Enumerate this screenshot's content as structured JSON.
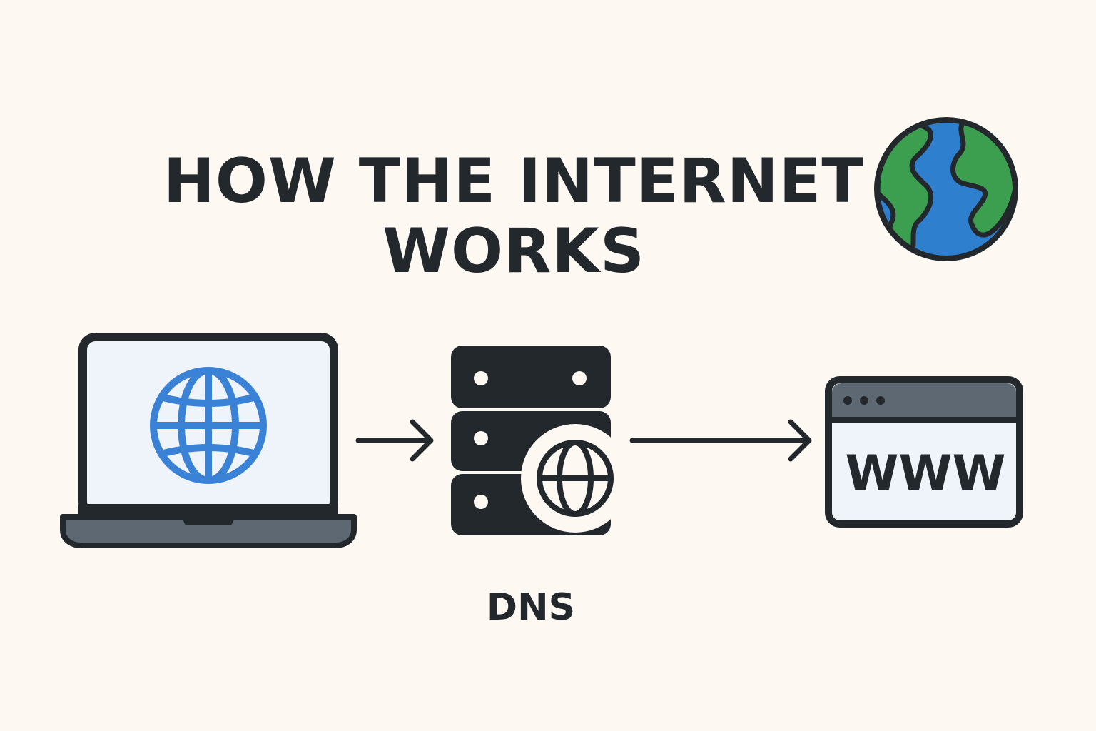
{
  "title": {
    "line1": "HOW THE INTERNET",
    "line2": "WORKS"
  },
  "nodes": {
    "laptop": {
      "icon": "laptop-icon",
      "screen_icon": "globe-icon"
    },
    "dns_server": {
      "icon": "server-icon",
      "badge_icon": "globe-icon",
      "label": "DNS"
    },
    "browser": {
      "icon": "browser-window-icon",
      "text": "WWW"
    }
  },
  "decor": {
    "icon": "earth-icon"
  },
  "colors": {
    "background": "#fdf9f2",
    "ink": "#23282d",
    "globe_blue": "#3a82d6",
    "earth_ocean": "#2f7fcf",
    "earth_land": "#3c9e4f",
    "screen": "#eef4fa",
    "laptop_base": "#5d6873",
    "browser_bar": "#5d6873"
  }
}
